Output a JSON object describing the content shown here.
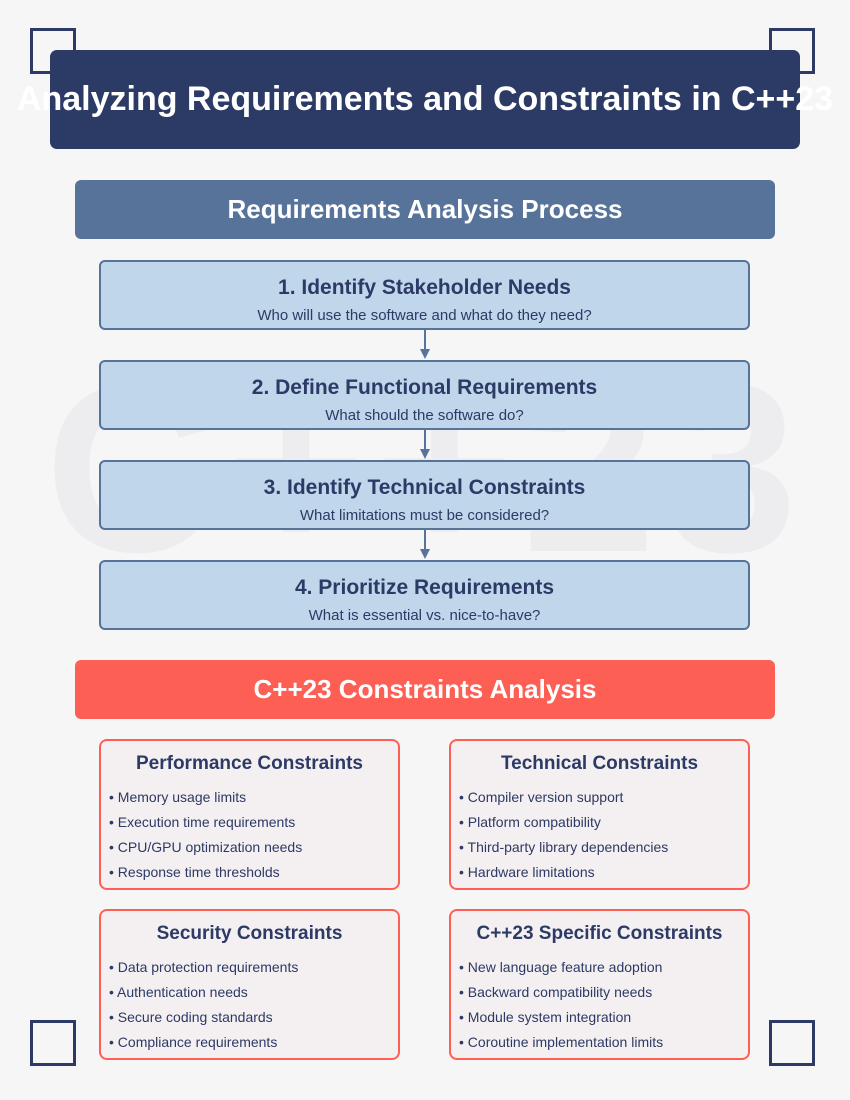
{
  "title": "Analyzing Requirements and Constraints in C++23",
  "watermark": "C++23",
  "process": {
    "header": "Requirements Analysis Process",
    "steps": [
      {
        "title": "1. Identify Stakeholder Needs",
        "desc": "Who will use the software and what do they need?"
      },
      {
        "title": "2. Define Functional Requirements",
        "desc": "What should the software do?"
      },
      {
        "title": "3. Identify Technical Constraints",
        "desc": "What limitations must be considered?"
      },
      {
        "title": "4. Prioritize Requirements",
        "desc": "What is essential vs. nice-to-have?"
      }
    ]
  },
  "constraints": {
    "header": "C++23 Constraints Analysis",
    "cards": [
      {
        "title": "Performance Constraints",
        "items": [
          "Memory usage limits",
          "Execution time requirements",
          "CPU/GPU optimization needs",
          "Response time thresholds"
        ]
      },
      {
        "title": "Technical Constraints",
        "items": [
          "Compiler version support",
          "Platform compatibility",
          "Third-party library dependencies",
          "Hardware limitations"
        ]
      },
      {
        "title": "Security Constraints",
        "items": [
          "Data protection requirements",
          "Authentication needs",
          "Secure coding standards",
          "Compliance requirements"
        ]
      },
      {
        "title": "C++23 Specific Constraints",
        "items": [
          "New language feature adoption",
          "Backward compatibility needs",
          "Module system integration",
          "Coroutine implementation limits"
        ]
      }
    ]
  },
  "colors": {
    "navy": "#2c3a66",
    "steel_blue": "#577399",
    "light_blue": "#bdd4ea",
    "coral": "#fe5f55",
    "card_bg": "#f4eff0",
    "page_bg": "#f6f6f6"
  }
}
